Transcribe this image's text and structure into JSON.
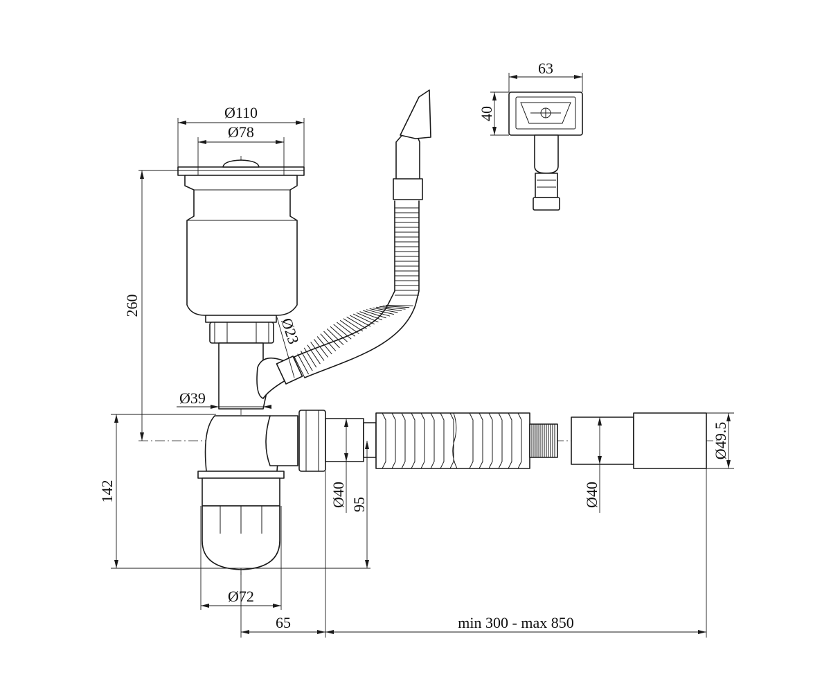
{
  "diagram": {
    "kind": "technical-drawing",
    "subject": "sink siphon assembly with overflow",
    "colors": {
      "line": "#1a1a1a",
      "background": "#ffffff"
    }
  },
  "dimensions": {
    "grate_outer_diameter": "Ø110",
    "grate_inner_diameter": "Ø78",
    "overall_height": "260",
    "overflow_hose_diameter": "Ø23",
    "tailpiece_diameter": "Ø39",
    "trap_height": "142",
    "outlet_diameter_near": "Ø40",
    "outlet_height": "95",
    "outlet_diameter_far": "Ø40",
    "end_diameter": "Ø49.5",
    "bottle_diameter": "Ø72",
    "offset": "65",
    "hose_length_range": "min 300 - max 850",
    "overflow_width": "63",
    "overflow_height": "40"
  }
}
